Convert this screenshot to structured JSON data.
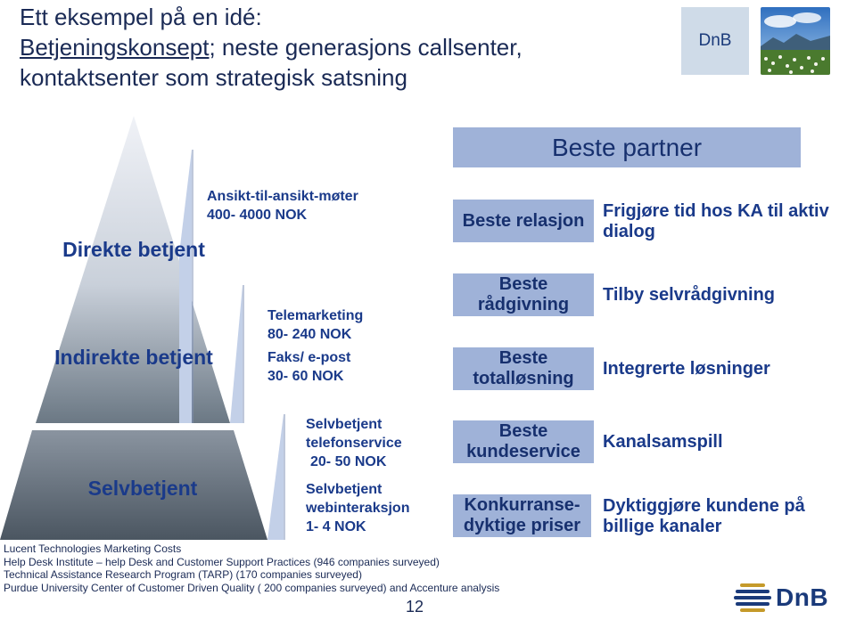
{
  "title": {
    "line1": "Ett eksempel på en idé:",
    "line2_link": "Betjeningskonsept",
    "line2_rest": "; neste generasjons callsenter,",
    "line3": "kontaktsenter som strategisk satsning"
  },
  "header": {
    "brand_box": "DnB"
  },
  "pyramid": {
    "levels": [
      {
        "label": "Direkte betjent"
      },
      {
        "label": "Indirekte betjent"
      },
      {
        "label": "Selvbetjent"
      }
    ]
  },
  "channels": {
    "face_to_face": {
      "name": "Ansikt-til-ansikt-møter",
      "cost": "400- 4000 NOK"
    },
    "telemarketing": {
      "name": "Telemarketing",
      "cost": "80- 240 NOK"
    },
    "fax_email": {
      "name": "Faks/ e-post",
      "cost": "30- 60 NOK"
    },
    "self_phone": {
      "name": "Selvbetjent telefonservice",
      "cost": "20- 50 NOK"
    },
    "self_web": {
      "name": "Selvbetjent webinteraksjon",
      "cost": "1- 4 NOK"
    }
  },
  "partner": {
    "heading": "Beste partner",
    "rows": [
      {
        "best": "Beste relasjon",
        "benefit": "Frigjøre tid hos KA til aktiv dialog"
      },
      {
        "best": "Beste rådgivning",
        "benefit": "Tilby selvrådgivning"
      },
      {
        "best": "Beste totalløsning",
        "benefit": "Integrerte løsninger"
      },
      {
        "best": "Beste kundeservice",
        "benefit": "Kanalsamspill"
      },
      {
        "best": "Konkurranse-dyktige priser",
        "benefit": "Dyktiggjøre kundene på billige kanaler"
      }
    ]
  },
  "sources": [
    "Lucent Technologies Marketing Costs",
    "Help Desk Institute – help Desk and Customer Support Practices (946 companies surveyed)",
    "Technical Assistance Research Program (TARP) (170 companies surveyed)",
    "Purdue University Center of Customer Driven Quality ( 200 companies surveyed) and Accenture analysis"
  ],
  "page_number": "12",
  "footer_logo": {
    "name": "DnB"
  },
  "colors": {
    "accent_text": "#1a3a8a",
    "bar_fill": "#9fb2d8",
    "pyramid_top": "#e8ecf4",
    "pyramid_bottom": "#5a6a78"
  }
}
